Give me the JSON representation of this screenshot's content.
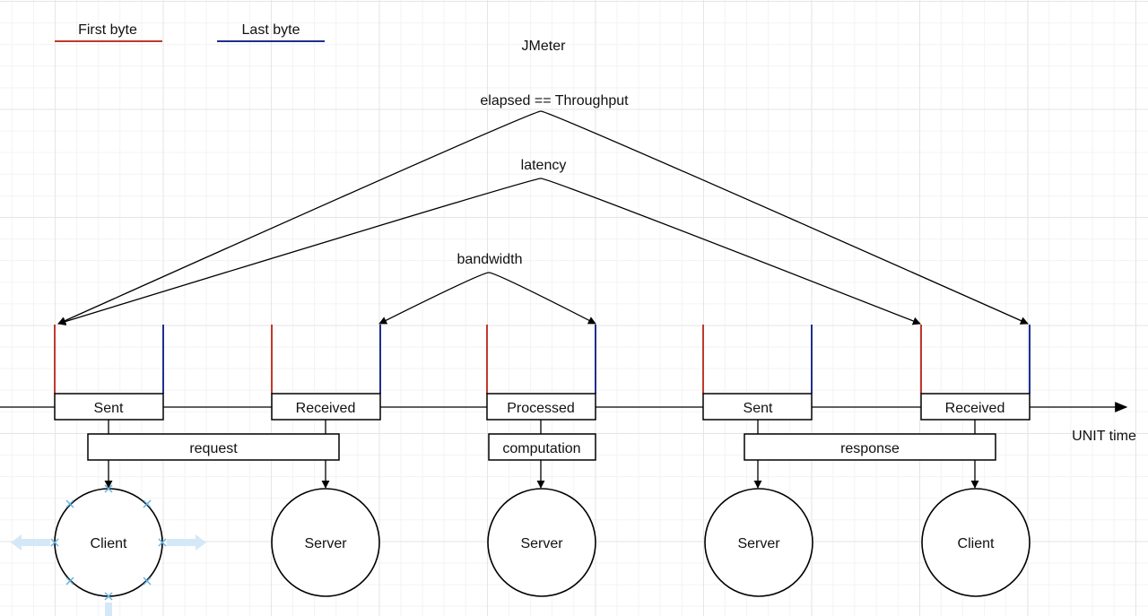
{
  "title": "JMeter",
  "legend": [
    {
      "label": "First byte",
      "color": "#c0392b"
    },
    {
      "label": "Last byte",
      "color": "#1f2f8f"
    }
  ],
  "arcs": {
    "elapsed": "elapsed == Throughput",
    "latency": "latency",
    "bandwidth": "bandwidth"
  },
  "axis_label": "UNIT time",
  "events": [
    {
      "label": "Sent"
    },
    {
      "label": "Received"
    },
    {
      "label": "Processed"
    },
    {
      "label": "Sent"
    },
    {
      "label": "Received"
    }
  ],
  "phases": [
    {
      "label": "request"
    },
    {
      "label": "computation"
    },
    {
      "label": "response"
    }
  ],
  "actors": [
    {
      "label": "Client"
    },
    {
      "label": "Server"
    },
    {
      "label": "Server"
    },
    {
      "label": "Server"
    },
    {
      "label": "Client"
    }
  ],
  "colors": {
    "first_byte": "#c0392b",
    "last_byte": "#1f2f8f",
    "selection_handle": "#6ab0de"
  }
}
